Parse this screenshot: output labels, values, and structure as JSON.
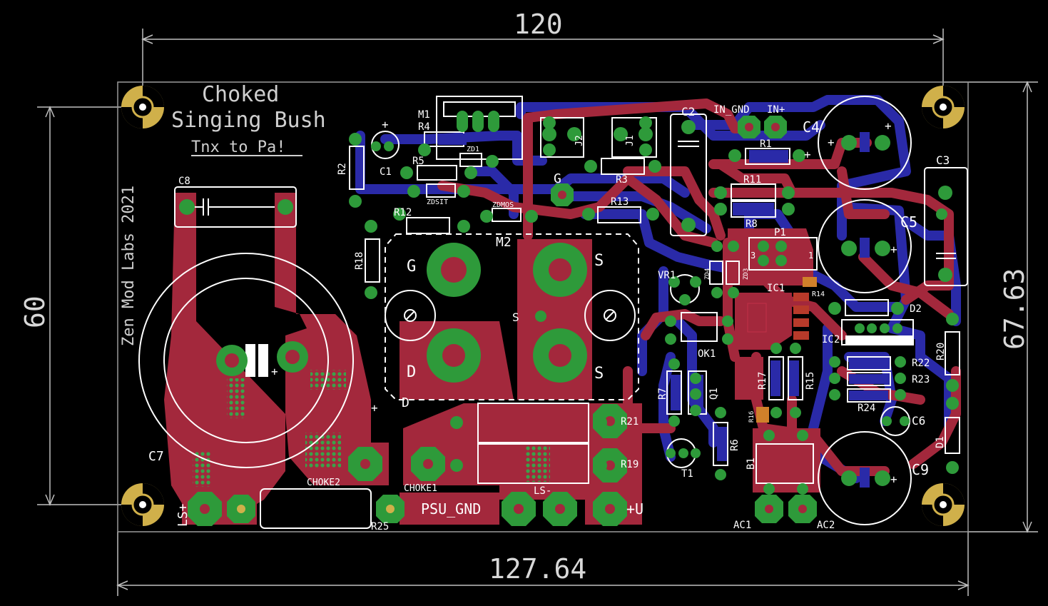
{
  "dimensions": {
    "top": "120",
    "bottom": "127.64",
    "left": "60",
    "right": "67.63"
  },
  "title": {
    "line1": "Choked",
    "line2": "Singing Bush",
    "line3": "Tnx to Pa!"
  },
  "side_text": "Zen Mod Labs 2021",
  "labels": {
    "C8": "C8",
    "C7": "C7",
    "C1": "C1",
    "C2": "C2",
    "C3": "C3",
    "C4": "C4",
    "C5": "C5",
    "C6": "C6",
    "C9": "C9",
    "R1": "R1",
    "R2": "R2",
    "R3": "R3",
    "R4": "R4",
    "R5": "R5",
    "R6": "R6",
    "R7": "R7",
    "R8": "R8",
    "R11": "R11",
    "R12": "R12",
    "R13": "R13",
    "R14": "R14",
    "R15": "R15",
    "R16": "R16",
    "R17": "R17",
    "R18": "R18",
    "R19": "R19",
    "R20": "R20",
    "R21": "R21",
    "R22": "R22",
    "R23": "R23",
    "R24": "R24",
    "R25": "R25",
    "M1": "M1",
    "M2": "M2",
    "ZD1": "ZD1",
    "ZDSIT": "ZDSIT",
    "ZDMOS": "ZDMOS",
    "ZD4": "ZD4",
    "ZD3": "ZD3",
    "J1": "J1",
    "J2": "J2",
    "G": "G",
    "D": "D",
    "S": "S",
    "IN_GND": "IN_GND",
    "IN_PLUS": "IN+",
    "P1": "P1",
    "VR1": "VR1",
    "OK1": "OK1",
    "Q1": "Q1",
    "IC1": "IC1",
    "IC2": "IC2",
    "D1": "D1",
    "D2": "D2",
    "T1": "T1",
    "B1": "B1",
    "CHOKE1": "CHOKE1",
    "CHOKE2": "CHOKE2",
    "PSU_GND": "PSU_GND",
    "LS_MINUS": "LS-",
    "LS_PLUS": "LS+",
    "U_PLUS": "+U",
    "AC1": "AC1",
    "AC2": "AC2",
    "P1_3": "3",
    "P1_1": "1"
  },
  "colors": {
    "background": "#000000",
    "top_copper": "#a3283c",
    "bottom_copper": "#2a2aa8",
    "pad": "#2e9a3a",
    "hole": "#d0b04a",
    "silk": "#ffffff",
    "dim": "#bfbfbf"
  }
}
